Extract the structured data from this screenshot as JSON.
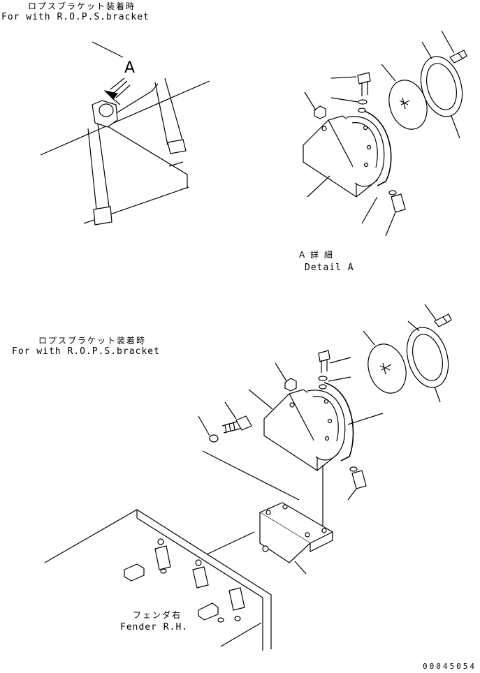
{
  "labels": {
    "top_jp": "ロプスブラケット装着時",
    "top_en": "For with R.O.P.S.bracket",
    "view_marker": "A",
    "detail_jp": "A 詳 細",
    "detail_en": "Detail A",
    "mid_jp": "ロプスブラケット装着時",
    "mid_en": "For with R.O.P.S.bracket",
    "fender_jp": "フェンダ右",
    "fender_en": "Fender R.H.",
    "drawing_no": "00045054"
  }
}
